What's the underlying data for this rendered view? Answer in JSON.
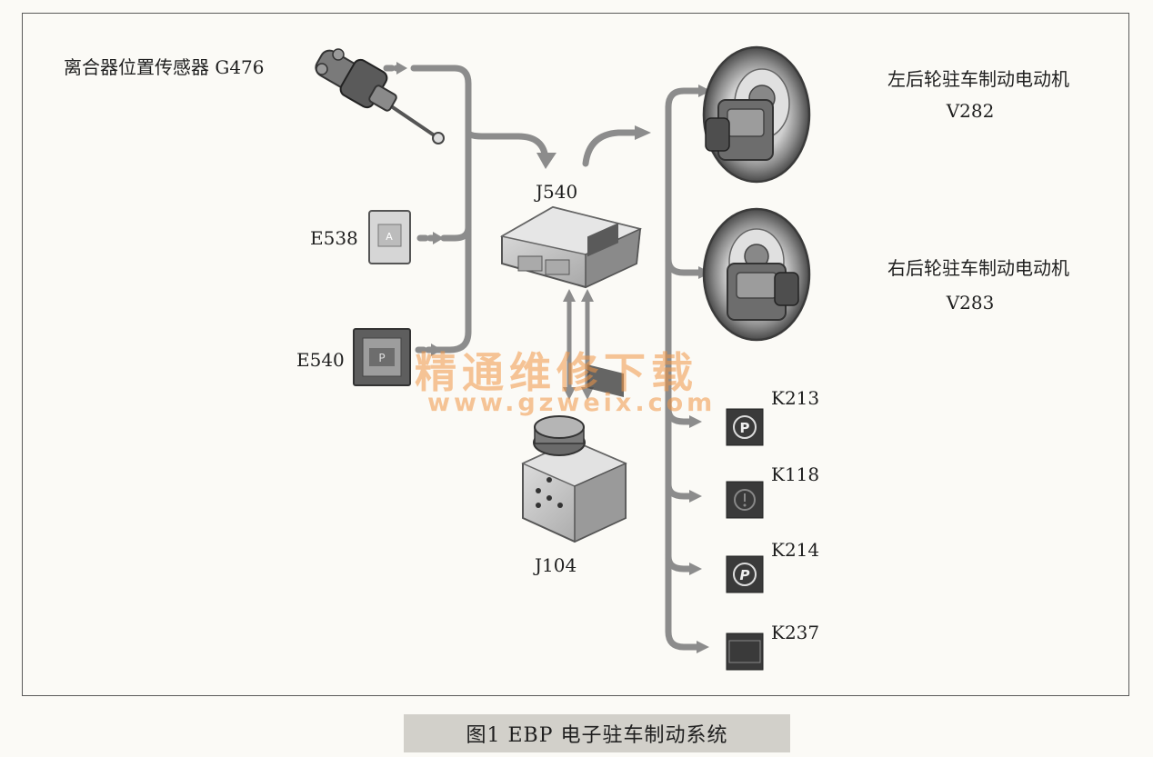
{
  "labels": {
    "clutch_sensor": "离合器位置传感器 G476",
    "e538": "E538",
    "e540": "E540",
    "j540": "J540",
    "j104": "J104",
    "left_motor_line1": "左后轮驻车制动电动机",
    "left_motor_line2": "V282",
    "right_motor_line1": "右后轮驻车制动电动机",
    "right_motor_line2": "V283",
    "k213": "K213",
    "k118": "K118",
    "k214": "K214",
    "k237": "K237"
  },
  "watermark": {
    "chinese": "精通维修下载",
    "url": "www.gzweix.com"
  },
  "caption": "图1 EBP 电子驻车制动系统",
  "colors": {
    "arrow": "#8c8c8c",
    "frame": "#5a5a5a",
    "watermark": "#f0964680"
  }
}
